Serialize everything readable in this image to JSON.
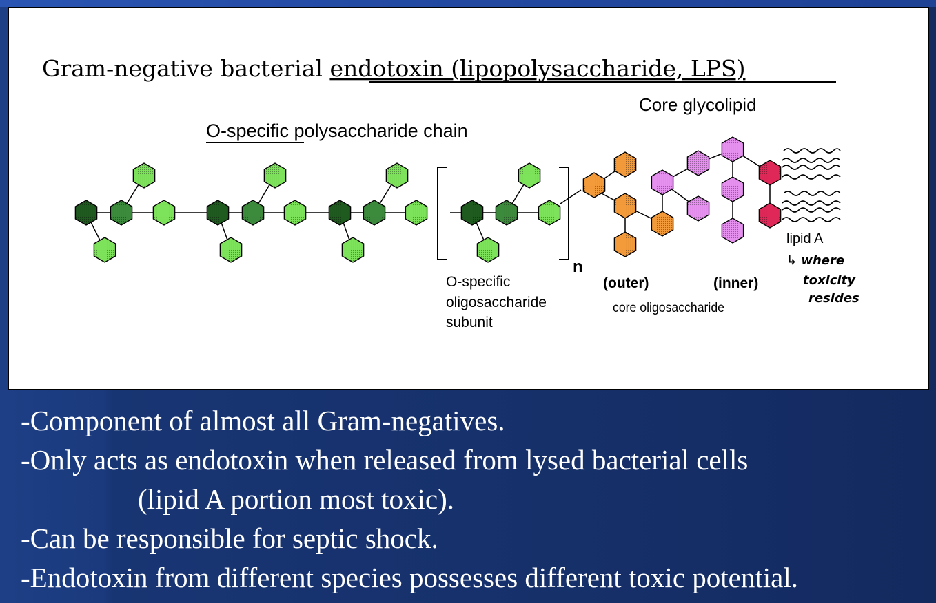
{
  "diagram": {
    "title_plain": "Gram-negative bacterial ",
    "title_underlined": "endotoxin (lipopolysaccharide, LPS)",
    "o_specific_underlined": "O-specific",
    "o_specific_rest": " polysaccharide chain",
    "core_glycolipid": "Core glycolipid",
    "repeat_n": "n",
    "subunit_label": [
      "O-specific",
      "oligosaccharide",
      "subunit"
    ],
    "outer": "(outer)",
    "inner": "(inner)",
    "core_oligo": "core oligosaccharide",
    "lipid_a": "lipid A",
    "handwritten_note": [
      "↳ where",
      "toxicity",
      "resides"
    ],
    "colors": {
      "dark_green": "#1f5a1f",
      "mid_green": "#3c8a3c",
      "light_green": "#7de35a",
      "orange": "#f39a3a",
      "violet": "#e690f0",
      "red": "#e02858"
    }
  },
  "bullets": [
    "-Component of almost all Gram-negatives.",
    "-Only acts as endotoxin when released from lysed bacterial cells",
    "(lipid A portion most toxic).",
    "-Can be responsible for septic shock.",
    "-Endotoxin from different species possesses different toxic potential."
  ]
}
